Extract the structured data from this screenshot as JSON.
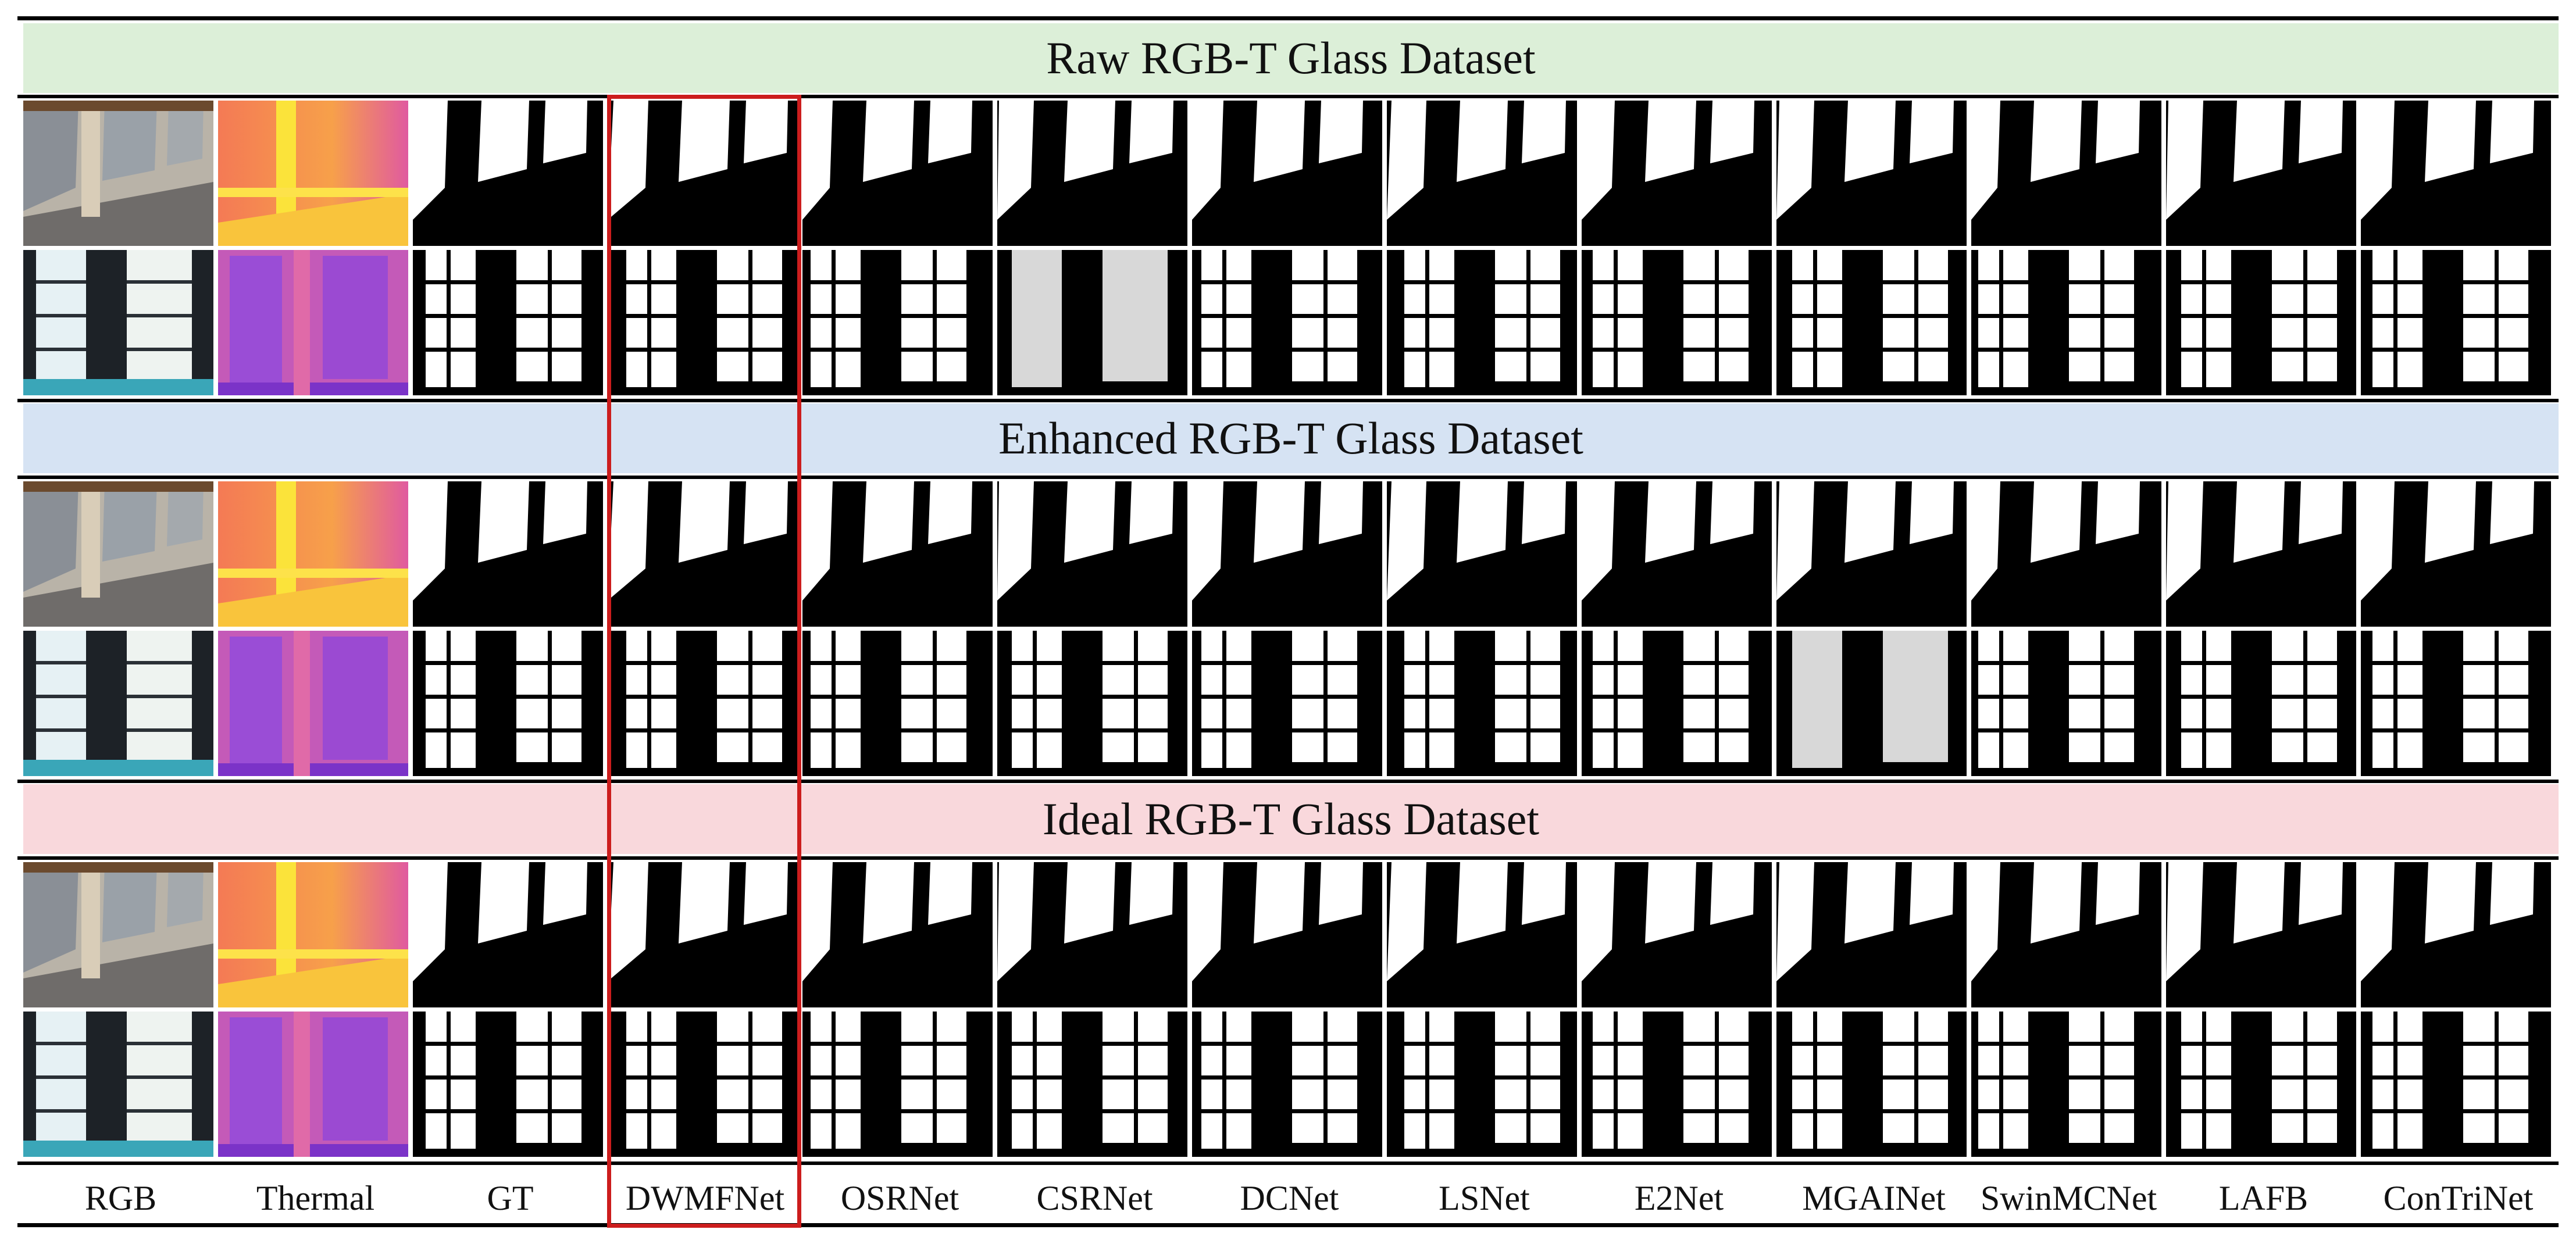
{
  "datasets": [
    {
      "title": "Raw RGB-T Glass Dataset",
      "color": "#dcefd8"
    },
    {
      "title": "Enhanced RGB-T Glass Dataset",
      "color": "#d6e3f3"
    },
    {
      "title": "Ideal RGB-T Glass Dataset",
      "color": "#f9d8dc"
    }
  ],
  "columns": [
    "RGB",
    "Thermal",
    "GT",
    "DWMFNet",
    "OSRNet",
    "CSRNet",
    "DCNet",
    "LSNet",
    "E2Net",
    "MGAINet",
    "SwinMCNet",
    "LAFB",
    "ConTriNet"
  ],
  "highlighted_column": "DWMFNet",
  "highlight_color": "#cc1d1d"
}
